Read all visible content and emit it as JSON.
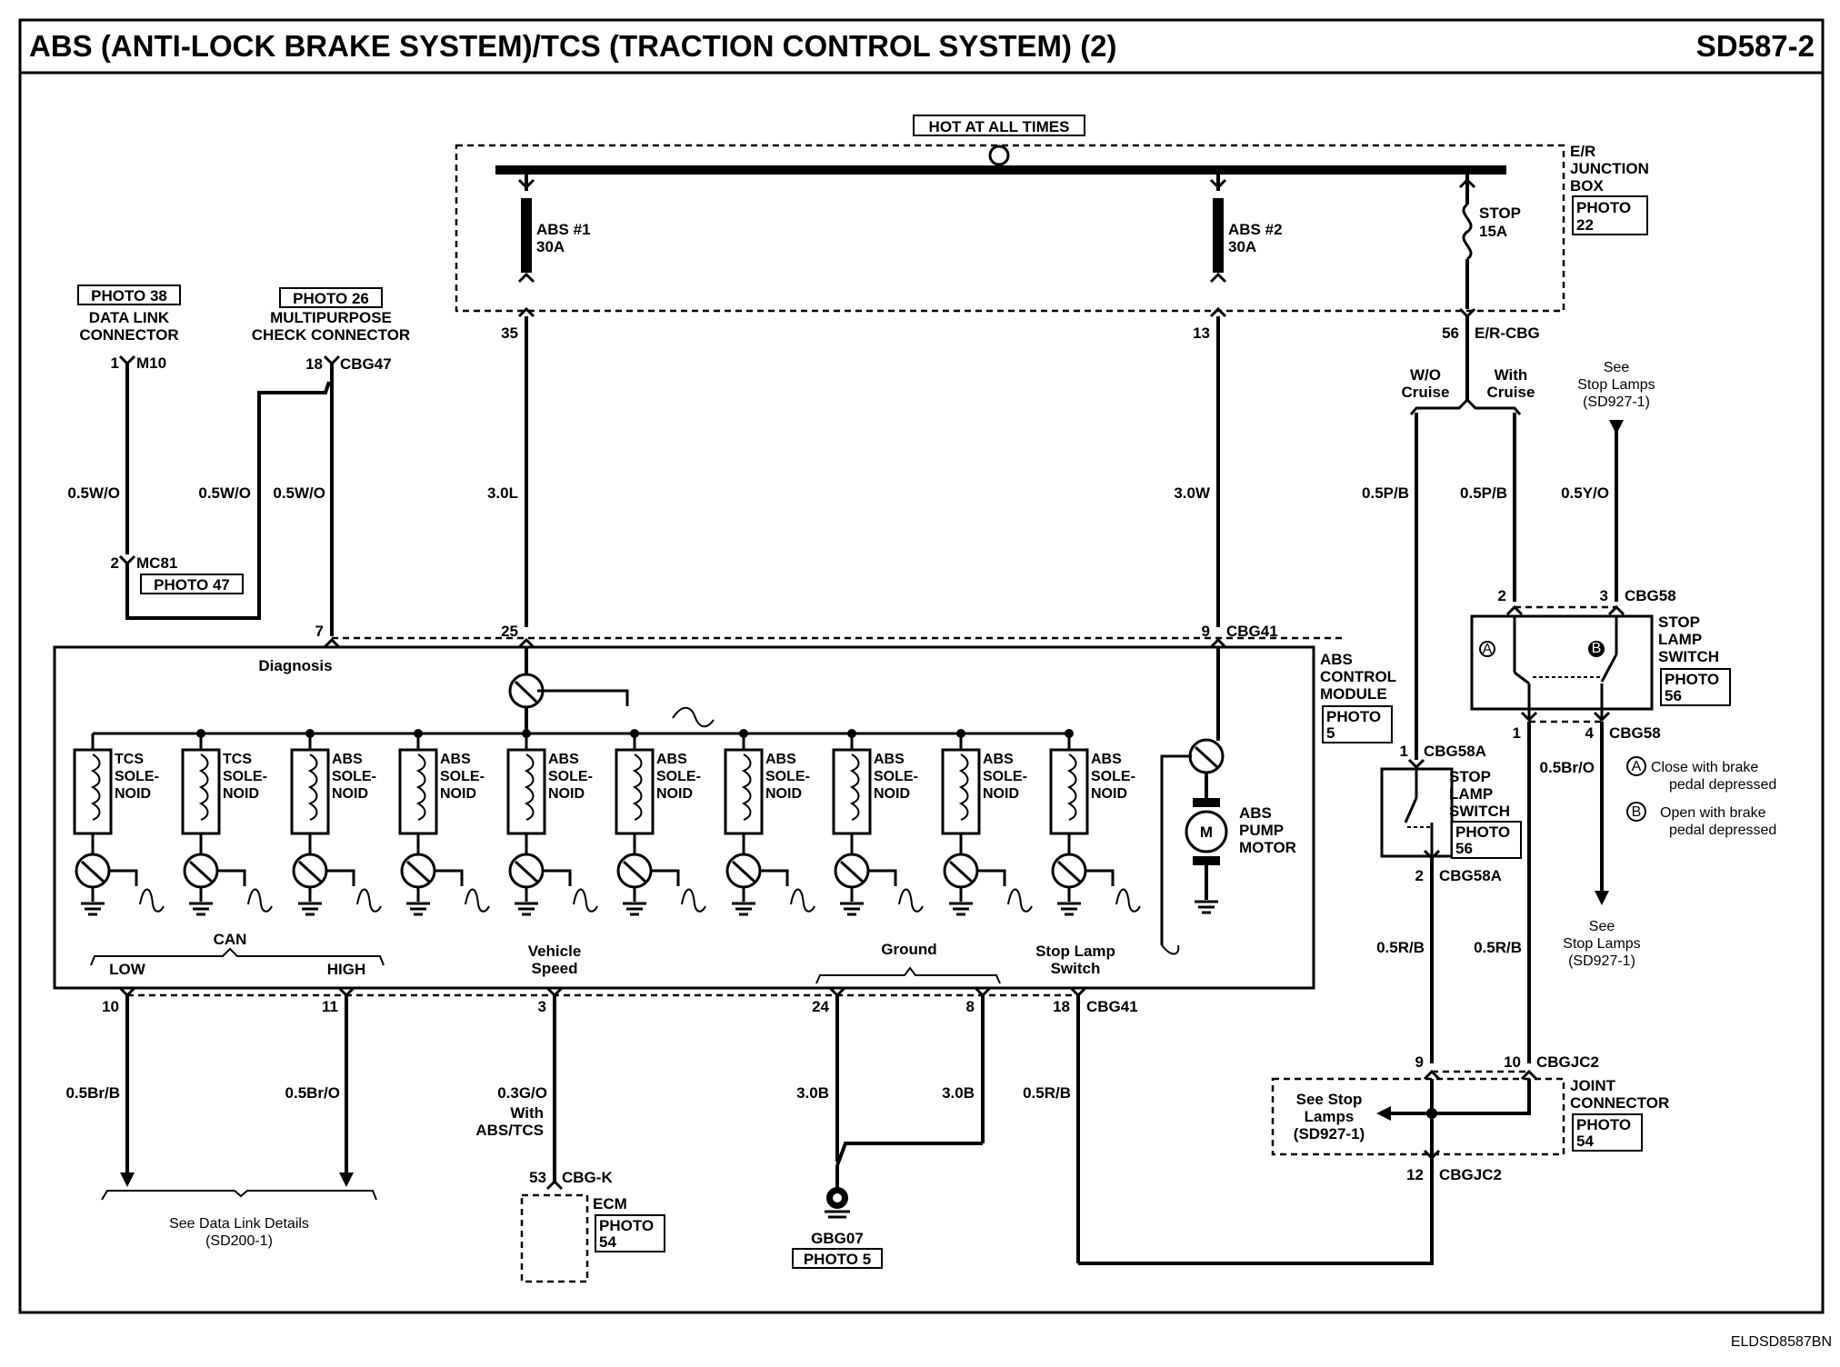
{
  "header": {
    "title": "ABS (ANTI-LOCK BRAKE SYSTEM)/TCS (TRACTION CONTROL SYSTEM) (2)",
    "page_code": "SD587-2"
  },
  "footer_code": "ELDSD8587BN",
  "junction_box": {
    "hot_label": "HOT AT ALL TIMES",
    "name": [
      "E/R",
      "JUNCTION",
      "BOX"
    ],
    "photo": [
      "PHOTO",
      "22"
    ],
    "fuse_abs1": [
      "ABS #1",
      "30A"
    ],
    "fuse_abs2": [
      "ABS #2",
      "30A"
    ],
    "fuse_stop": [
      "STOP",
      "15A"
    ],
    "connector": "E/R-CBG"
  },
  "pins": {
    "p35": "35",
    "p13": "13",
    "p56": "56",
    "p1": "1",
    "p18": "18",
    "p2": "2",
    "p7": "7",
    "p25": "25",
    "p9": "9",
    "p2s": "2",
    "p3s": "3",
    "p1c": "1",
    "p4c": "4",
    "p1m": "1",
    "p2m": "2",
    "p10": "10",
    "p11": "11",
    "p3": "3",
    "p24": "24",
    "p8": "8",
    "p18b": "18",
    "p53": "53",
    "p9j": "9",
    "p10j": "10",
    "p12j": "12"
  },
  "connectors": {
    "m10": "M10",
    "mc81": "MC81",
    "cbg47": "CBG47",
    "cbg41": "CBG41",
    "cbg41b": "CBG41",
    "cbg58": "CBG58",
    "cbg58b": "CBG58",
    "cbg58a": "CBG58A",
    "cbg58ab": "CBG58A",
    "cbgjc2": "CBGJC2",
    "cbgjc2b": "CBGJC2",
    "cbgk": "CBG-K",
    "gbg07": "GBG07"
  },
  "components": {
    "data_link": [
      "DATA LINK",
      "CONNECTOR"
    ],
    "data_link_photo": "PHOTO 38",
    "mc81_photo": "PHOTO 47",
    "mpcc": [
      "MULTIPURPOSE",
      "CHECK CONNECTOR"
    ],
    "mpcc_photo": "PHOTO 26",
    "abs_module": [
      "ABS",
      "CONTROL",
      "MODULE"
    ],
    "abs_module_photo": [
      "PHOTO",
      "5"
    ],
    "stop_sw_top": [
      "STOP",
      "LAMP",
      "SWITCH"
    ],
    "stop_sw_top_photo": [
      "PHOTO",
      "56"
    ],
    "stop_sw_mid": [
      "STOP",
      "LAMP",
      "SWITCH"
    ],
    "stop_sw_mid_photo": [
      "PHOTO",
      "56"
    ],
    "joint": [
      "JOINT",
      "CONNECTOR"
    ],
    "joint_photo": [
      "PHOTO",
      "54"
    ],
    "ecm": "ECM",
    "ecm_photo": [
      "PHOTO",
      "54"
    ],
    "ground_photo": "PHOTO 5",
    "pump": [
      "ABS",
      "PUMP",
      "MOTOR"
    ],
    "motor_symbol": "M"
  },
  "solenoids": [
    [
      "TCS",
      "SOLE-",
      "NOID"
    ],
    [
      "TCS",
      "SOLE-",
      "NOID"
    ],
    [
      "ABS",
      "SOLE-",
      "NOID"
    ],
    [
      "ABS",
      "SOLE-",
      "NOID"
    ],
    [
      "ABS",
      "SOLE-",
      "NOID"
    ],
    [
      "ABS",
      "SOLE-",
      "NOID"
    ],
    [
      "ABS",
      "SOLE-",
      "NOID"
    ],
    [
      "ABS",
      "SOLE-",
      "NOID"
    ],
    [
      "ABS",
      "SOLE-",
      "NOID"
    ],
    [
      "ABS",
      "SOLE-",
      "NOID"
    ]
  ],
  "wires": {
    "w_05wo_1": "0.5W/O",
    "w_05wo_2": "0.5W/O",
    "w_05wo_3": "0.5W/O",
    "w_30l": "3.0L",
    "w_30w": "3.0W",
    "w_05pb_1": "0.5P/B",
    "w_05pb_2": "0.5P/B",
    "w_05yo": "0.5Y/O",
    "w_05bro": "0.5Br/O",
    "w_05rb_1": "0.5R/B",
    "w_05rb_2": "0.5R/B",
    "w_05brb": "0.5Br/B",
    "w_05bro_2": "0.5Br/O",
    "w_03go": "0.3G/O",
    "w_30b_1": "3.0B",
    "w_30b_2": "3.0B",
    "w_05rb_3": "0.5R/B"
  },
  "labels": {
    "wo_cruise": [
      "W/O",
      "Cruise"
    ],
    "with_cruise": [
      "With",
      "Cruise"
    ],
    "see_stop_top": [
      "See",
      "Stop Lamps",
      "(SD927-1)"
    ],
    "see_stop_bottom": [
      "See",
      "Stop Lamps",
      "(SD927-1)"
    ],
    "see_stop_joint": [
      "See Stop",
      "Lamps",
      "(SD927-1)"
    ],
    "close_note": [
      "Close with brake",
      "pedal depressed"
    ],
    "open_note": [
      "Open with brake",
      "pedal depressed"
    ],
    "note_a": "A",
    "note_b": "B",
    "switch_a": "A",
    "switch_b": "B",
    "diagnosis": "Diagnosis",
    "can": "CAN",
    "low": "LOW",
    "high": "HIGH",
    "vehicle_speed": [
      "Vehicle",
      "Speed"
    ],
    "ground": "Ground",
    "stop_lamp_switch": [
      "Stop Lamp",
      "Switch"
    ],
    "with_abs_tcs": [
      "With",
      "ABS/TCS"
    ],
    "data_link_details": [
      "See Data Link Details",
      "(SD200-1)"
    ]
  }
}
